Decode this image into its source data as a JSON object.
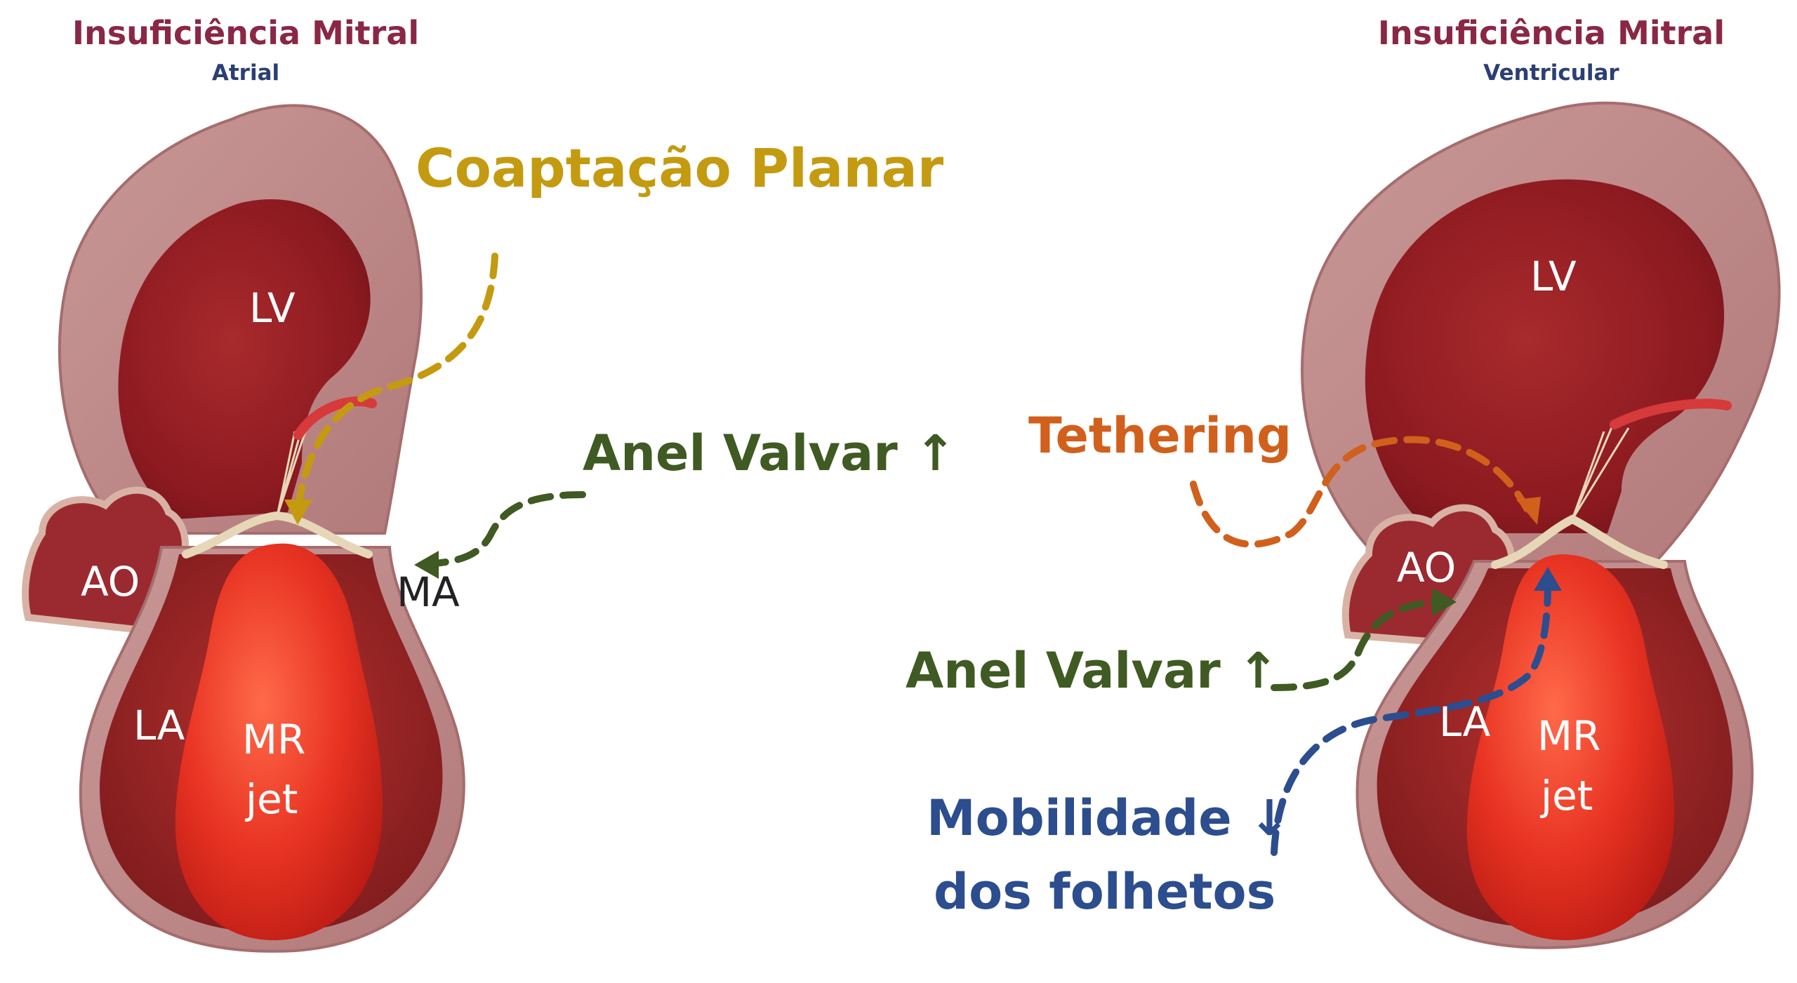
{
  "left_panel": {
    "title": "Insuficiência Mitral",
    "subtitle": "Atrial",
    "labels": {
      "lv": "LV",
      "ao": "AO",
      "la": "LA",
      "ma": "MA",
      "jet_line1": "MR",
      "jet_line2": "jet"
    }
  },
  "right_panel": {
    "title": "Insuficiência Mitral",
    "subtitle": "Ventricular",
    "labels": {
      "lv": "LV",
      "ao": "AO",
      "la": "LA",
      "jet_line1": "MR",
      "jet_line2": "jet"
    }
  },
  "annotations": {
    "coaptacao": "Coaptação Planar",
    "anel_left": "Anel Valvar ↑",
    "tethering": "Tethering",
    "anel_right": "Anel Valvar ↑",
    "mobilidade_line1": "Mobilidade ↓",
    "mobilidade_line2": "dos folhetos"
  },
  "colors": {
    "title": "#8a2745",
    "subtitle": "#2b3f74",
    "gold": "#c49a10",
    "green": "#3f5a22",
    "orange": "#d0601c",
    "blue": "#2c4d8e",
    "myocardium": "#c58f8f",
    "cavity": "#9e1e22",
    "jet": "#e0301e"
  }
}
